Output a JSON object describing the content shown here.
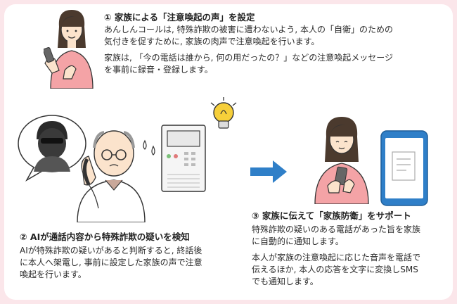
{
  "step1": {
    "heading": "① 家族による「注意喚起の声」を設定",
    "para1_line1": "あんしんコールは, 特殊詐欺の被害に遭わないよう, 本人の「自衛」のための",
    "para1_line2": "気付きを促すために, 家族の肉声で注意喚起を行います。",
    "para2_line1": "家族は, 「今の電話は誰から, 何の用だったの？」などの注意喚起メッセージ",
    "para2_line2": "を事前に録音・登録します。"
  },
  "step2": {
    "heading": "② AIが通話内容から特殊詐欺の疑いを検知",
    "line1": "AIが特殊詐欺の疑いがあると判断すると, 終話後",
    "line2": "に本人へ架電し, 事前に設定した家族の声で注意",
    "line3": "喚起を行います。"
  },
  "step3": {
    "heading": "③ 家族に伝えて「家族防衛」をサポート",
    "para1_line1": "特殊詐欺の疑いのある電話があった旨を家族",
    "para1_line2": "に自動的に通知します。",
    "para2_line1": "本人が家族の注意喚起に応じた音声を電話で",
    "para2_line2": "伝えるほか, 本人の応答を文字に変換しSMS",
    "para2_line3": "でも通知します。"
  },
  "colors": {
    "frame_border": "#fbe6ea",
    "accent_blue": "#2f7fc8",
    "pink_shirt": "#f4a3a6",
    "bulb_yellow": "#f6cf3a"
  },
  "icons": [
    "woman-with-phone-icon",
    "scammer-speech-bubble-icon",
    "elderly-man-phone-icon",
    "lightbulb-icon",
    "phone-device-icon",
    "arrow-right-icon",
    "smartphone-notification-icon"
  ]
}
